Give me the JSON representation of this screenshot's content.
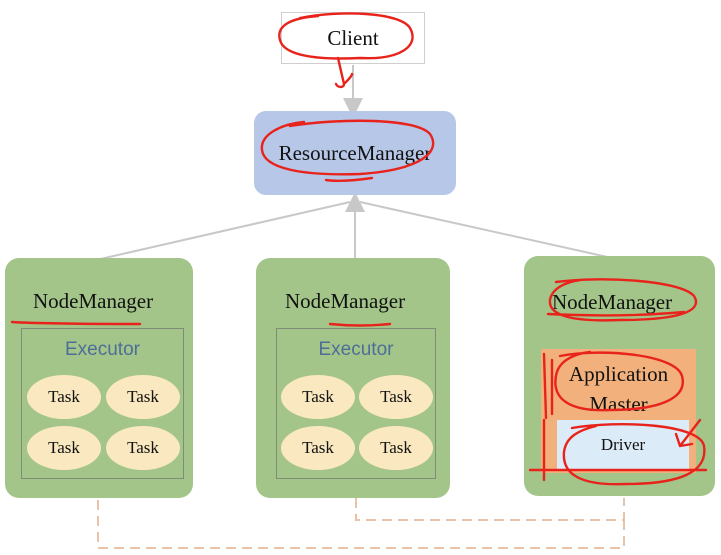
{
  "client": {
    "label": "Client"
  },
  "resource_manager": {
    "label": "ResourceManager"
  },
  "node_managers": [
    {
      "title": "NodeManager",
      "executor_label": "Executor",
      "tasks": [
        "Task",
        "Task",
        "Task",
        "Task"
      ]
    },
    {
      "title": "NodeManager",
      "executor_label": "Executor",
      "tasks": [
        "Task",
        "Task",
        "Task",
        "Task"
      ]
    },
    {
      "title": "NodeManager",
      "app_master_label": "Application Master",
      "driver_label": "Driver"
    }
  ],
  "colors": {
    "node_manager": "#a4c589",
    "resource_manager": "#b7c7e8",
    "task": "#fae8c0",
    "application_master": "#f2b17c",
    "driver": "#dcebf8",
    "executor_text": "#4d6e98",
    "annotation": "#e8231c",
    "connector": "#c8c8c8",
    "dashed_link": "#e9c2a8"
  }
}
